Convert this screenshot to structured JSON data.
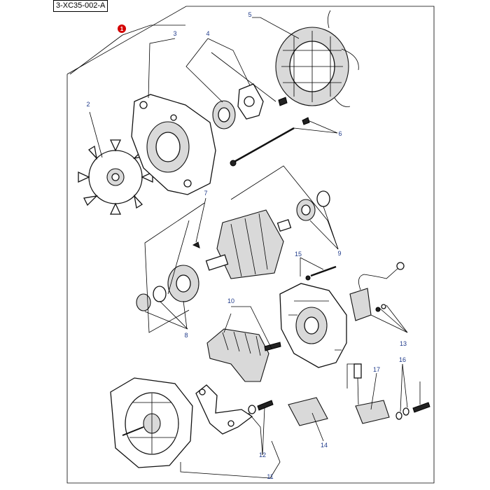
{
  "diagram": {
    "reference": "3-XC35-002-A",
    "marker": {
      "label": "1",
      "color": "#d40000"
    },
    "label_color": "#1f3a8a",
    "callouts": [
      {
        "id": "c2",
        "text": "2"
      },
      {
        "id": "c3",
        "text": "3"
      },
      {
        "id": "c4",
        "text": "4"
      },
      {
        "id": "c5",
        "text": "5"
      },
      {
        "id": "c6",
        "text": "6"
      },
      {
        "id": "c7",
        "text": "7"
      },
      {
        "id": "c8",
        "text": "8"
      },
      {
        "id": "c9",
        "text": "9"
      },
      {
        "id": "c10",
        "text": "10"
      },
      {
        "id": "c11",
        "text": "11"
      },
      {
        "id": "c12",
        "text": "12"
      },
      {
        "id": "c13",
        "text": "13"
      },
      {
        "id": "c14",
        "text": "14"
      },
      {
        "id": "c15",
        "text": "15"
      },
      {
        "id": "c16",
        "text": "16"
      },
      {
        "id": "c17",
        "text": "17"
      }
    ]
  }
}
